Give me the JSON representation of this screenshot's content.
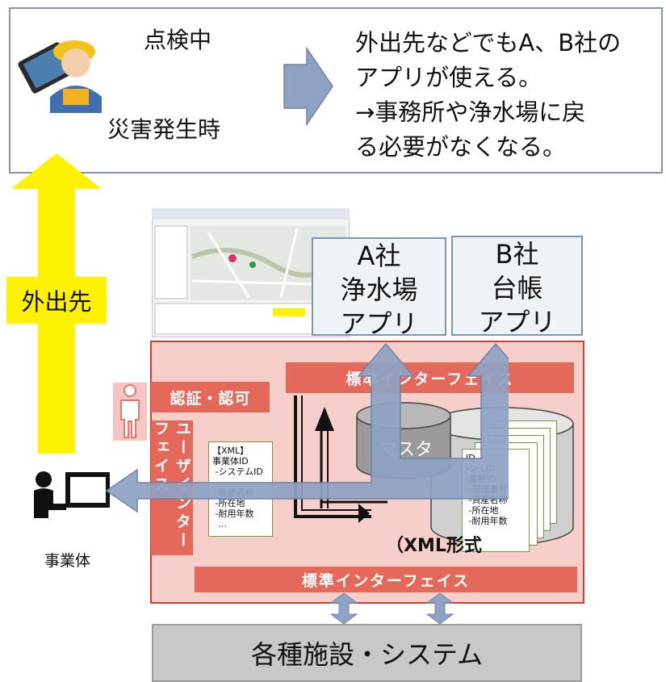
{
  "top_panel": {
    "inspecting": "点検中",
    "disaster": "災害発生時",
    "benefit_text": "外出先などでもA、B社の\nアプリが使える。\n→事務所や浄水場に戻\nる必要がなくなる。"
  },
  "yellow_arrow": {
    "label": "外出先"
  },
  "user": {
    "label": "事業体"
  },
  "platform": {
    "auth_label": "認証・認可",
    "user_interface_label": "ユーザインターフェイス",
    "top_interface_label": "標準インターフェイス",
    "bottom_interface_label": "標準インターフェイス",
    "master_label": "マスタ",
    "xml_format_label": "（XML形式",
    "xml_doc_left": "【XML】\n事業体ID\n -システムID\n\n -資産名称\n -所在地\n -耐用年数\n  …",
    "xml_doc_stack": "ID\n-シ LID\n-業務ID\n -管理番号\n -資産名称\n -所在地\n -耐用年数"
  },
  "apps": [
    {
      "label": "A社\n浄水場\nアプリ"
    },
    {
      "label": "B社\n台帳\nアプリ"
    }
  ],
  "bottom_box": {
    "label": "各種施設・システム"
  },
  "colors": {
    "yellow": "#fef200",
    "arrow_blue": "#8ea2c3",
    "red_bar": "#e5695a",
    "platform_fill": "#f6cfcb",
    "box_border": "#7f94ad"
  }
}
